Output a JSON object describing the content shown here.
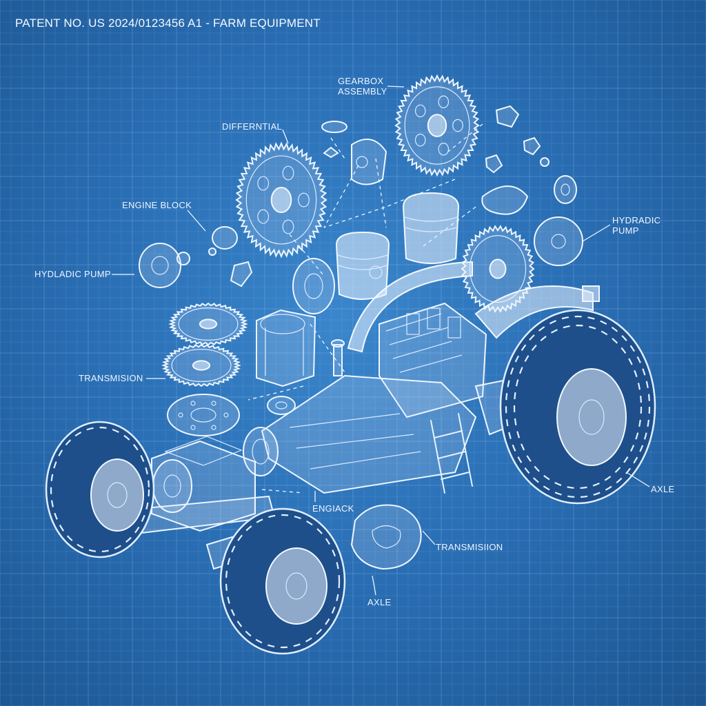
{
  "title": "PATENT NO. US 2024/0123456 A1 - FARM EQUIPMENT",
  "labels": [
    {
      "id": "gearbox",
      "text": "GEARBOX\nASSEMBLY"
    },
    {
      "id": "differential",
      "text": "DIFFERNTIAL"
    },
    {
      "id": "engine-block",
      "text": "ENGINE BLOCK"
    },
    {
      "id": "hydraulic-pump-right",
      "text": "HYDRADIC\nPUMP"
    },
    {
      "id": "hydraulic-pump-left",
      "text": "HYDLADIC PUMP"
    },
    {
      "id": "transmission-left",
      "text": "TRANSMISION"
    },
    {
      "id": "axle-right",
      "text": "AXLE"
    },
    {
      "id": "engiack",
      "text": "ENGIACK"
    },
    {
      "id": "transmission-bottom",
      "text": "TRANSMISIION"
    },
    {
      "id": "axle-bottom",
      "text": "AXLE"
    }
  ],
  "colors": {
    "background": "#2a6fb5",
    "line": "#e8f2ff",
    "tire": "#1e4f8a"
  }
}
